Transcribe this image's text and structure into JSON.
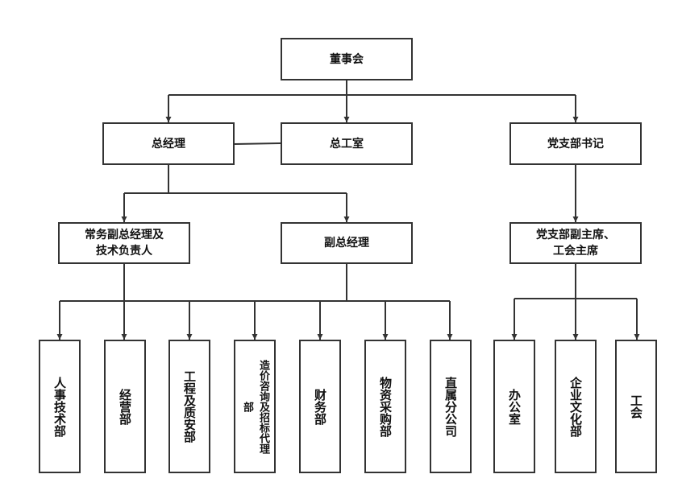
{
  "org_chart": {
    "board": "董事会",
    "general_manager": "总经理",
    "gm_office": "总工室",
    "party_secretary": "党支部书记",
    "executive_deputy_gm": "常务副总经理及\n技术负责人",
    "deputy_gm": "副总经理",
    "party_vice_chair": "党支部副主席、\n工会主席",
    "departments": [
      "人事技术部",
      "经营部",
      "工程及质安部",
      "造价咨询及招标代理部",
      "财务部",
      "物资采购部",
      "直属分公司"
    ],
    "party_departments": [
      "办公室",
      "企业文化部",
      "工会"
    ]
  },
  "colors": {
    "line": "#333333",
    "box_border": "#333333",
    "text": "#111111",
    "background": "#ffffff"
  }
}
